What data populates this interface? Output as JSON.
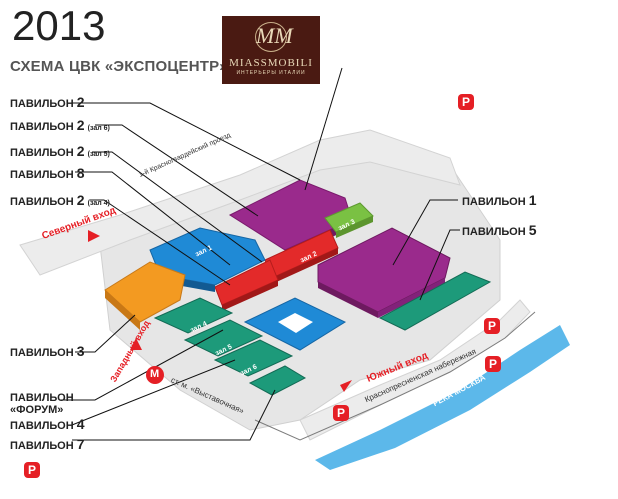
{
  "header": {
    "year": "2013",
    "subtitle": "СХЕМА ЦВК «ЭКСПОЦЕНТР»"
  },
  "logo": {
    "monogram": "MM",
    "name": "MIASSMOBILI",
    "tagline": "ИНТЕРЬЕРЫ ИТАЛИИ"
  },
  "pavilion_labels": {
    "p2": {
      "word": "ПАВИЛЬОН",
      "num": "2"
    },
    "p2_hall6": {
      "word": "ПАВИЛЬОН",
      "num": "2",
      "hall": "(зал 6)"
    },
    "p2_hall5": {
      "word": "ПАВИЛЬОН",
      "num": "2",
      "hall": "(зал 5)"
    },
    "p8": {
      "word": "ПАВИЛЬОН",
      "num": "8"
    },
    "p2_hall4": {
      "word": "ПАВИЛЬОН",
      "num": "2",
      "hall": "(зал 4)"
    },
    "p1": {
      "word": "ПАВИЛЬОН",
      "num": "1"
    },
    "p5": {
      "word": "ПАВИЛЬОН",
      "num": "5"
    },
    "p3": {
      "word": "ПАВИЛЬОН",
      "num": "3"
    },
    "forum": {
      "word": "ПАВИЛЬОН",
      "name": "«ФОРУМ»"
    },
    "p4": {
      "word": "ПАВИЛЬОН",
      "num": "4"
    },
    "p7": {
      "word": "ПАВИЛЬОН",
      "num": "7"
    }
  },
  "hall_tags": {
    "h3": "зал 3",
    "h2": "зал 2",
    "h1": "зал 1",
    "h4": "зал 4",
    "h5": "зал 5",
    "h6": "зал 6"
  },
  "entrances": {
    "north": "Северный вход",
    "west": "Западный вход",
    "south": "Южный вход"
  },
  "streets": {
    "proezd": "1-й Красногвардейский проезд",
    "metro": "ст. м. «Выставочная»",
    "embankment": "Краснопресненская набережная",
    "river": "РЕКА МОСКВА"
  },
  "metro_symbol": "М",
  "parking_symbol": "P",
  "colors": {
    "purple": "#9a2a8c",
    "red": "#e32a2a",
    "blue": "#1f8ad6",
    "orange": "#f39a21",
    "green": "#1d9a7a",
    "lime": "#7ac143",
    "ground": "#e7e7e7",
    "river": "#4fb3e8",
    "parking": "#e51f25"
  }
}
